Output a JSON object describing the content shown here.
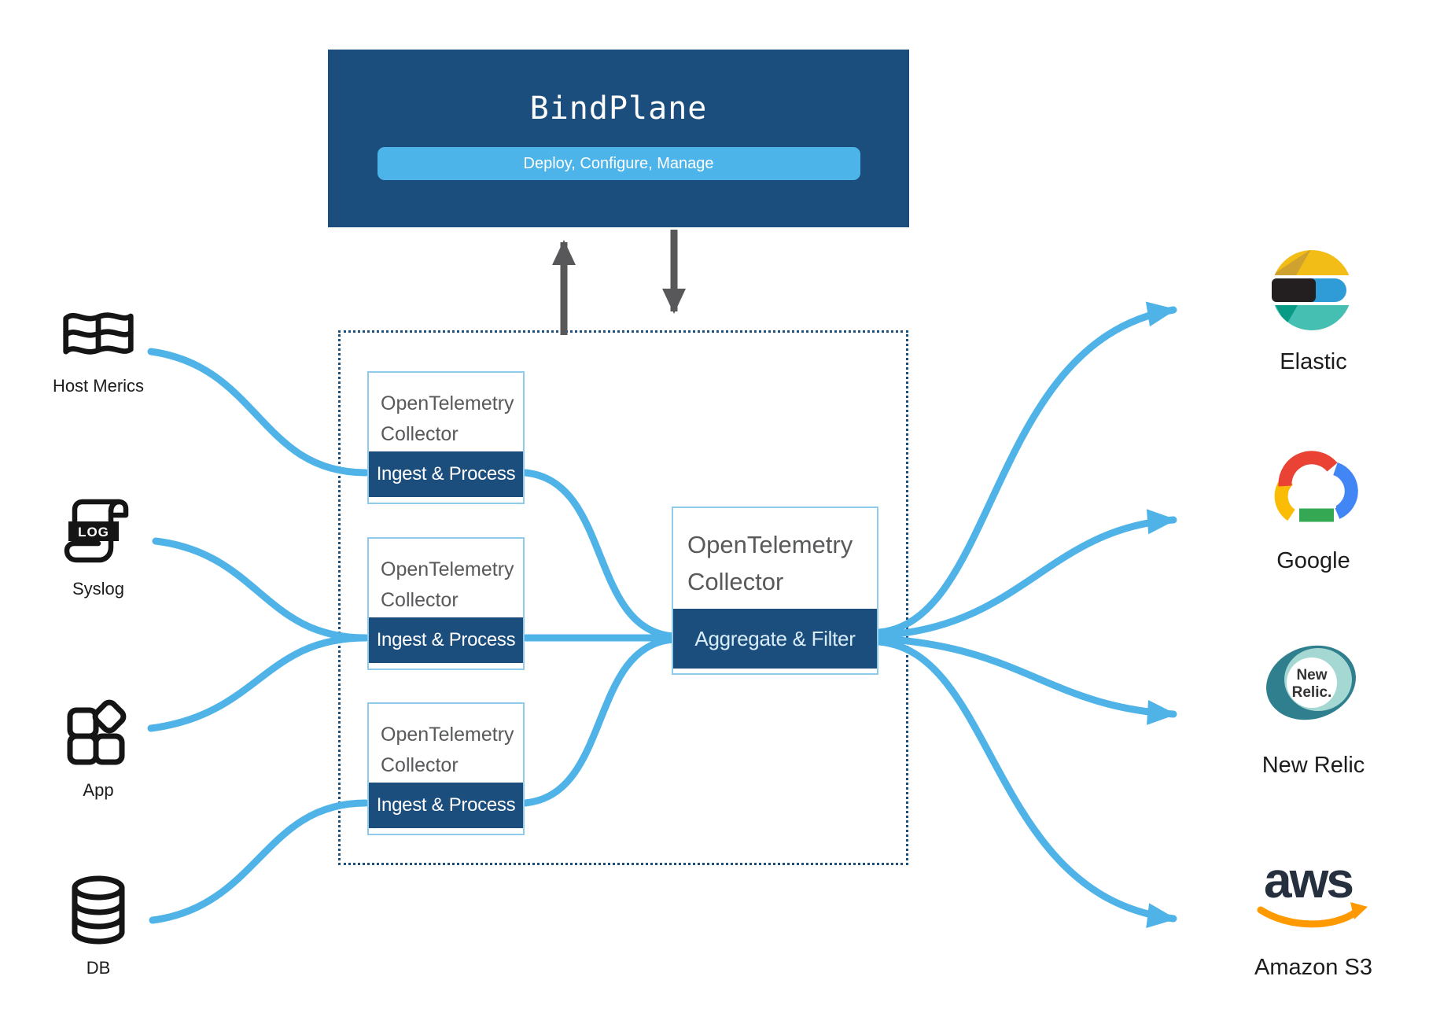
{
  "bindplane": {
    "title": "BindPlane",
    "button_label": "Deploy, Configure, Manage"
  },
  "sources": [
    {
      "label": "Host Merics",
      "icon": "flag-icon"
    },
    {
      "label": "Syslog",
      "icon": "log-scroll-icon",
      "icon_text": "LOG"
    },
    {
      "label": "App",
      "icon": "app-grid-icon"
    },
    {
      "label": "DB",
      "icon": "database-icon"
    }
  ],
  "pipeline": {
    "edge_collectors": [
      {
        "title": "OpenTelemetry Collector",
        "action": "Ingest & Process"
      },
      {
        "title": "OpenTelemetry Collector",
        "action": "Ingest & Process"
      },
      {
        "title": "OpenTelemetry Collector",
        "action": "Ingest & Process"
      }
    ],
    "gateway_collector": {
      "title": "OpenTelemetry Collector",
      "action": "Aggregate & Filter"
    }
  },
  "destinations": [
    {
      "label": "Elastic"
    },
    {
      "label": "Google"
    },
    {
      "label": "New Relic",
      "logo_text_line1": "New",
      "logo_text_line2": "Relic."
    },
    {
      "label": "Amazon S3",
      "logo_text": "aws"
    }
  ],
  "colors": {
    "navy": "#1c4e7d",
    "button_blue": "#4db4e9",
    "curve_blue": "#4fb3e8",
    "box_border_blue": "#8fcbea",
    "gateway_action_text": "#d9edf8",
    "collector_text_gray": "#58595b",
    "arrow_gray": "#58585a"
  }
}
